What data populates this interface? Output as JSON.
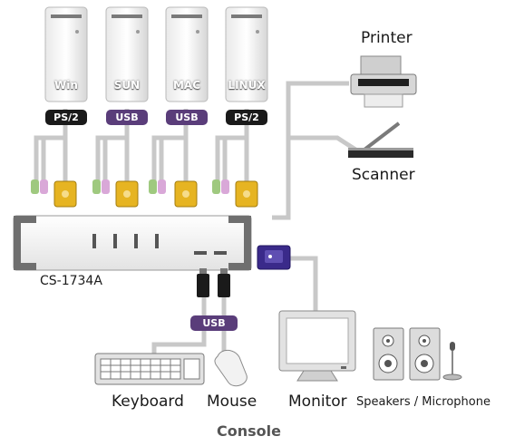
{
  "computers": [
    {
      "os": "Win",
      "port": "PS/2"
    },
    {
      "os": "SUN",
      "port": "USB"
    },
    {
      "os": "MAC",
      "port": "USB"
    },
    {
      "os": "LINUX",
      "port": "PS/2"
    }
  ],
  "device_name": "CS-1734A",
  "peripherals": {
    "printer": "Printer",
    "scanner": "Scanner"
  },
  "console": {
    "title": "Console",
    "usb_badge": "USB",
    "keyboard": "Keyboard",
    "mouse": "Mouse",
    "monitor": "Monitor",
    "speakers": "Speakers / Microphone"
  },
  "colors": {
    "ps2_badge": "#1a1a1a",
    "usb_badge": "#5a3d7a",
    "cable": "#c8c8c8",
    "connector_yellow": "#e6b422",
    "vga_connector": "#3a2a8a"
  }
}
